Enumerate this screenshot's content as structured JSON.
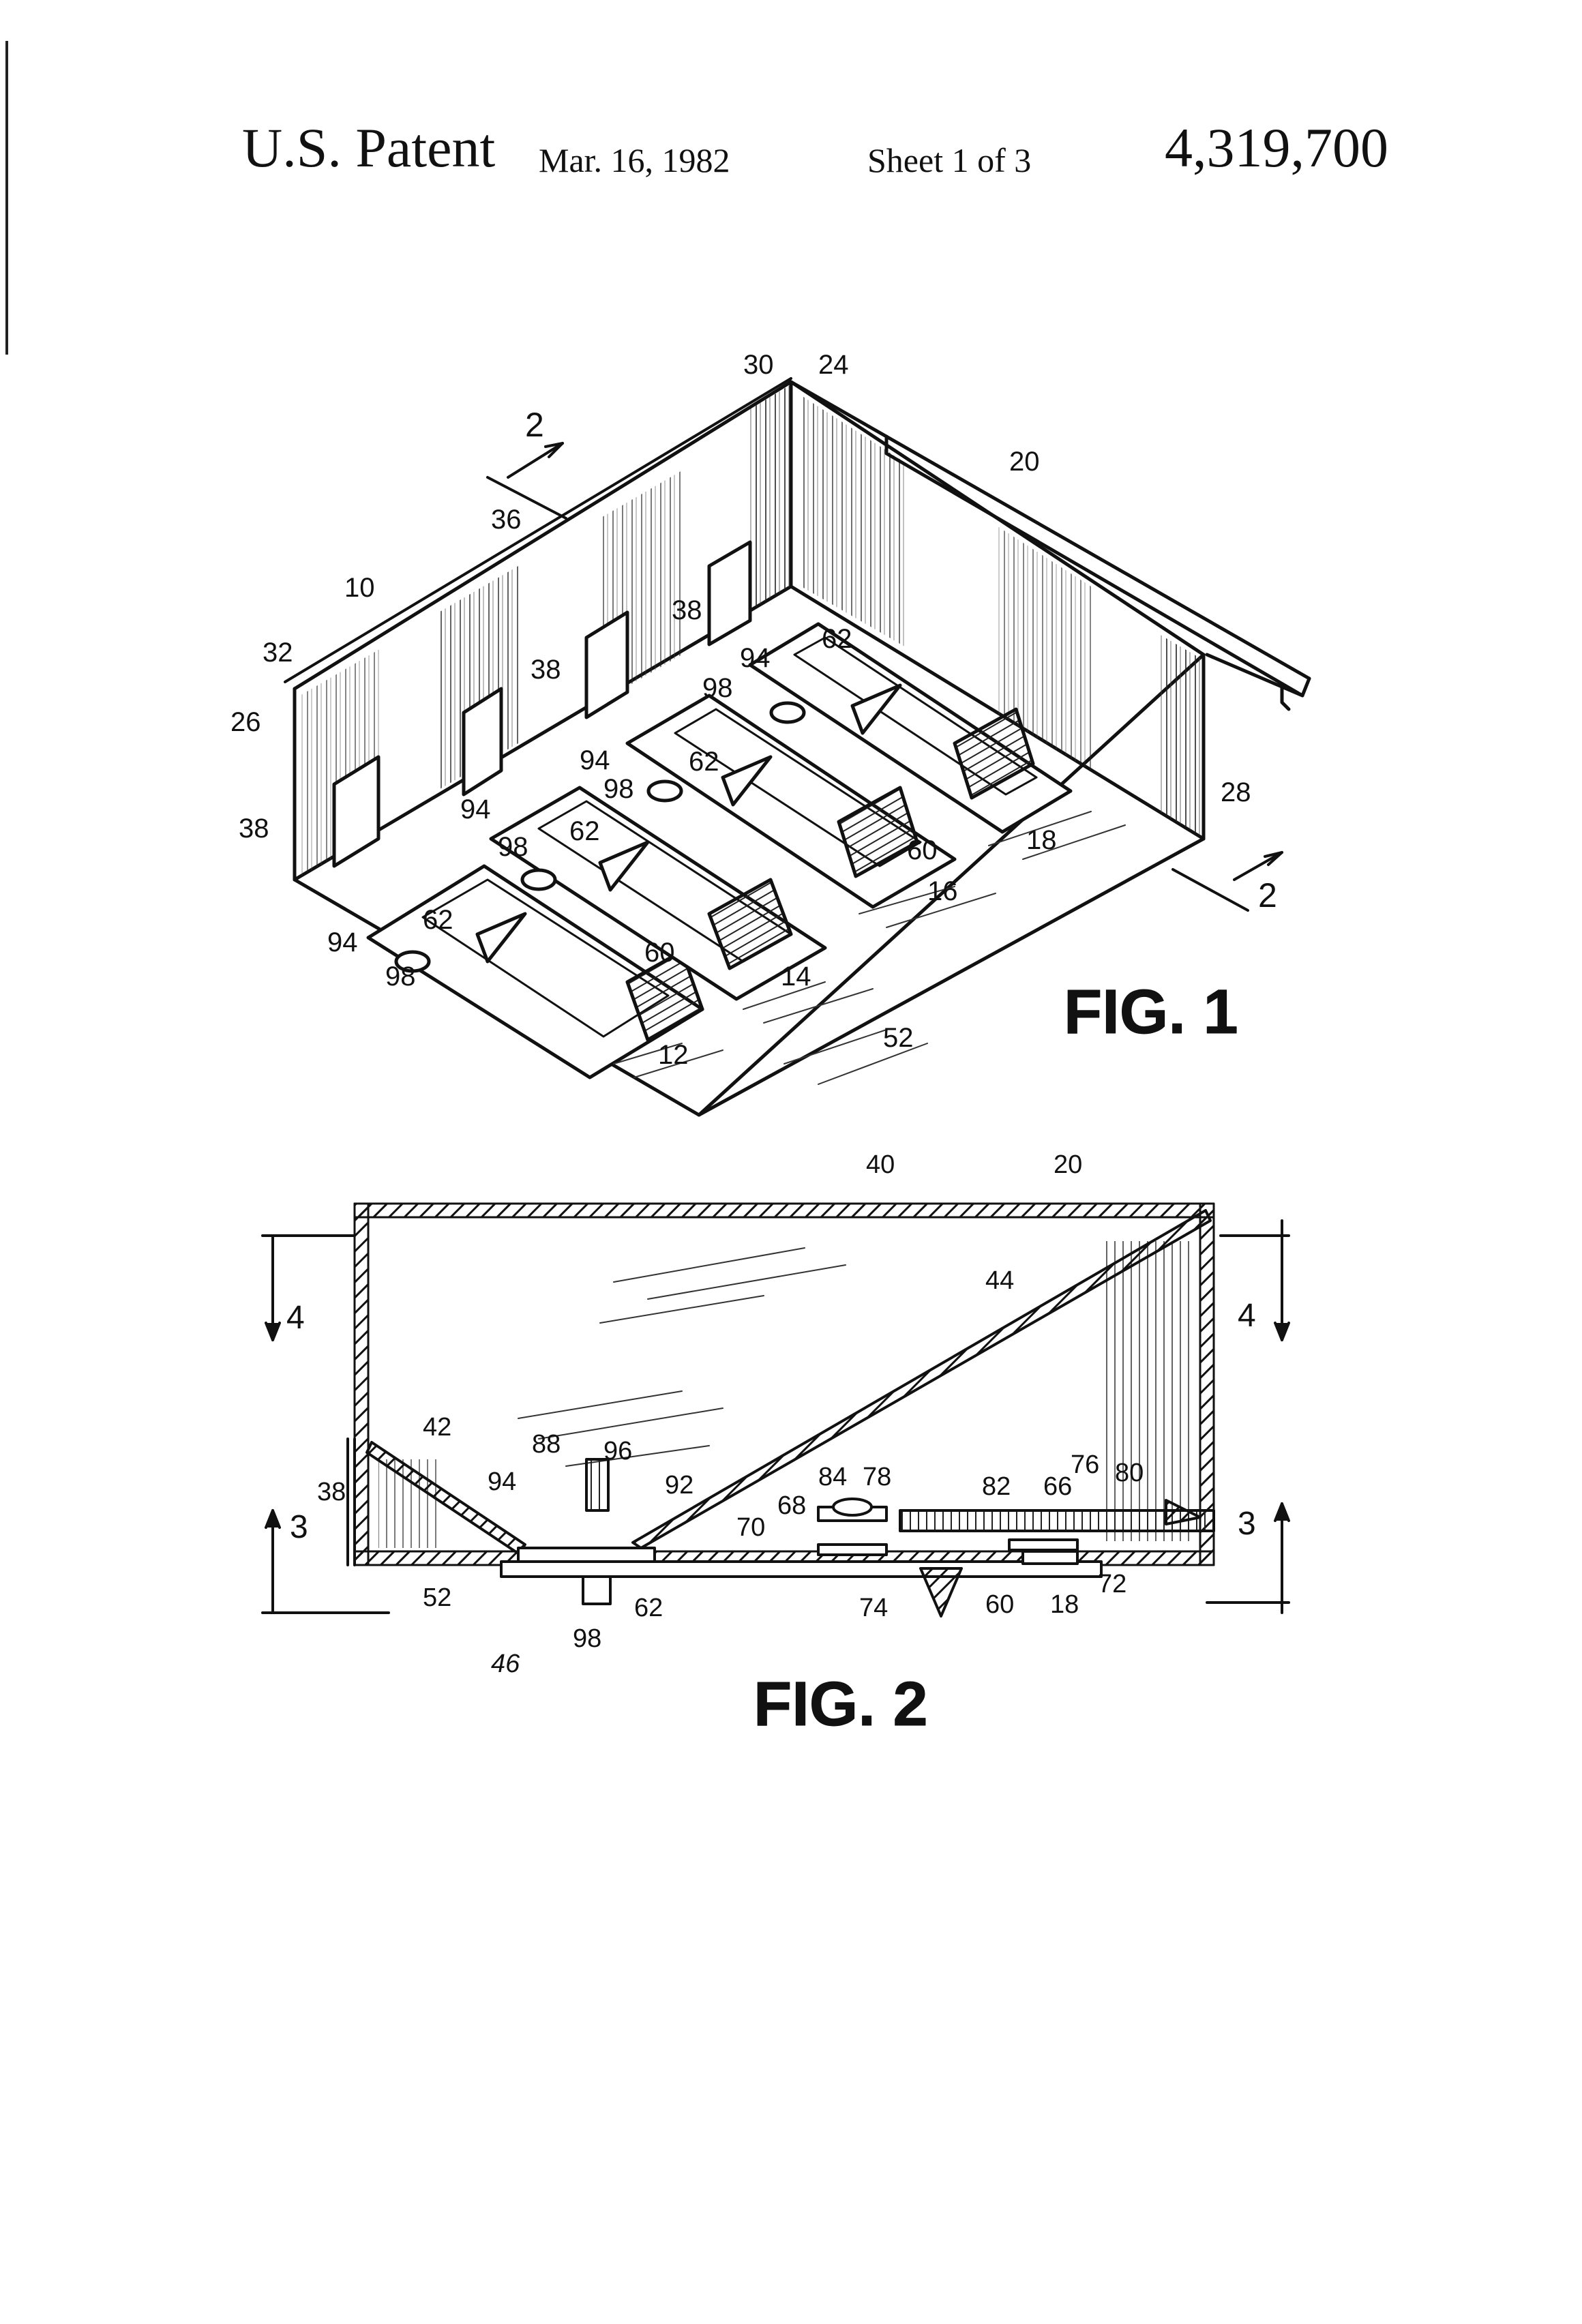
{
  "header": {
    "patent_label": "U.S. Patent",
    "date": "Mar. 16, 1982",
    "sheet": "Sheet 1 of 3",
    "patent_number": "4,319,700"
  },
  "fig1": {
    "caption": "FIG. 1",
    "labels": {
      "l10": "10",
      "l12": "12",
      "l14": "14",
      "l16": "16",
      "l18": "18",
      "l20": "20",
      "l24": "24",
      "l26": "26",
      "l28": "28",
      "l30": "30",
      "l32": "32",
      "l36": "36",
      "l38": "38",
      "l52": "52",
      "l60": "60",
      "l62": "62",
      "l94": "94",
      "l98": "98",
      "l2": "2"
    }
  },
  "fig2": {
    "caption": "FIG. 2",
    "labels": {
      "l3": "3",
      "l4": "4",
      "l18": "18",
      "l20": "20",
      "l38": "38",
      "l40": "40",
      "l42": "42",
      "l44": "44",
      "l46": "46",
      "l52": "52",
      "l60": "60",
      "l62": "62",
      "l66": "66",
      "l68": "68",
      "l70": "70",
      "l72": "72",
      "l74": "74",
      "l76": "76",
      "l78": "78",
      "l80": "80",
      "l82": "82",
      "l84": "84",
      "l88": "88",
      "l92": "92",
      "l94": "94",
      "l96": "96",
      "l98": "98"
    }
  },
  "colors": {
    "ink": "#111111",
    "paper": "#ffffff"
  }
}
